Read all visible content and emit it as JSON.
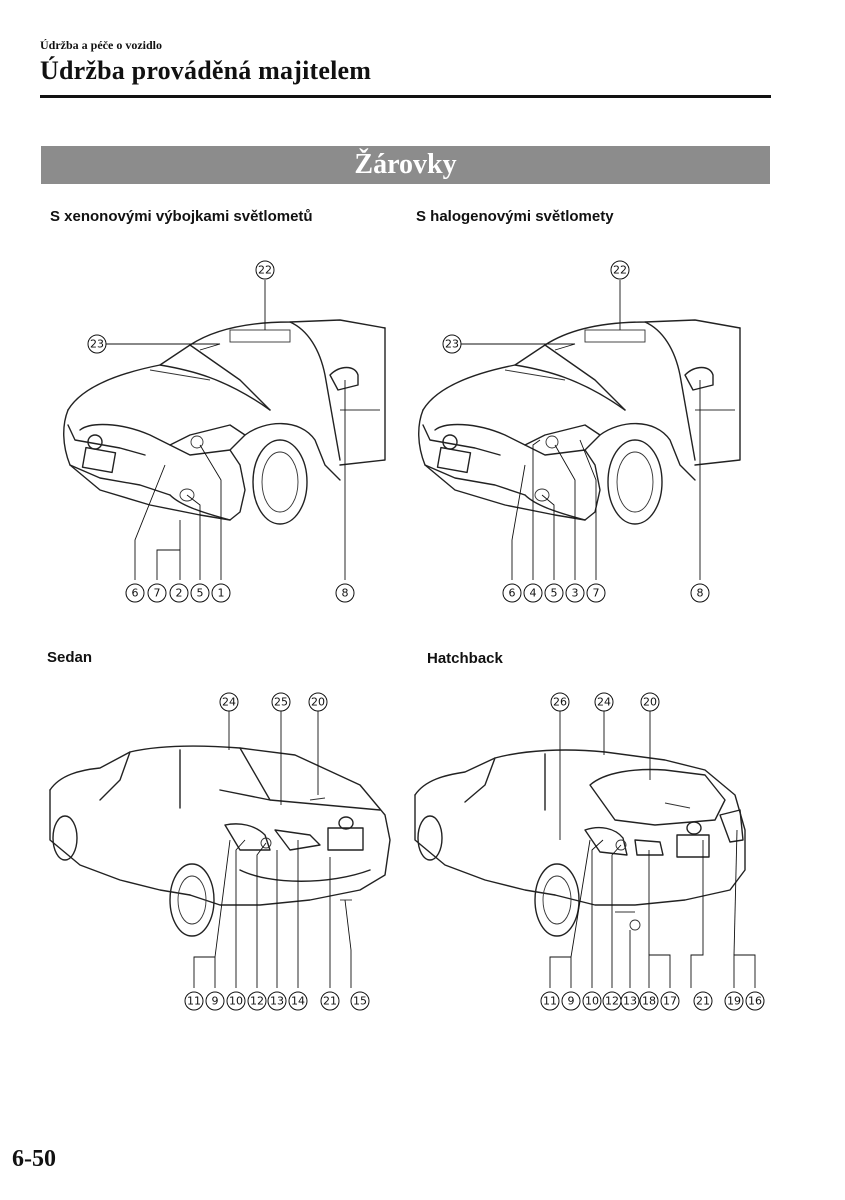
{
  "header": {
    "breadcrumb": "Údržba a péče o vozidlo",
    "title": "Údržba prováděná majitelem"
  },
  "section": {
    "title": "Žárovky"
  },
  "figures": {
    "xenon": {
      "label": "S xenonovými výbojkami světlometů",
      "top_callouts": [
        "22",
        "23"
      ],
      "bottom_callouts": [
        "6",
        "7",
        "2",
        "5",
        "1",
        "8"
      ]
    },
    "halogen": {
      "label": "S halogenovými světlomety",
      "top_callouts": [
        "22",
        "23"
      ],
      "bottom_callouts": [
        "6",
        "4",
        "5",
        "3",
        "7",
        "8"
      ]
    },
    "sedan": {
      "label": "Sedan",
      "top_callouts": [
        "24",
        "25",
        "20"
      ],
      "bottom_callouts": [
        "11",
        "9",
        "10",
        "12",
        "13",
        "14",
        "21",
        "15"
      ]
    },
    "hatchback": {
      "label": "Hatchback",
      "top_callouts": [
        "26",
        "24",
        "20"
      ],
      "bottom_callouts": [
        "11",
        "9",
        "10",
        "12",
        "13",
        "18",
        "17",
        "21",
        "19",
        "16"
      ]
    }
  },
  "footer": {
    "page_number": "6-50"
  }
}
